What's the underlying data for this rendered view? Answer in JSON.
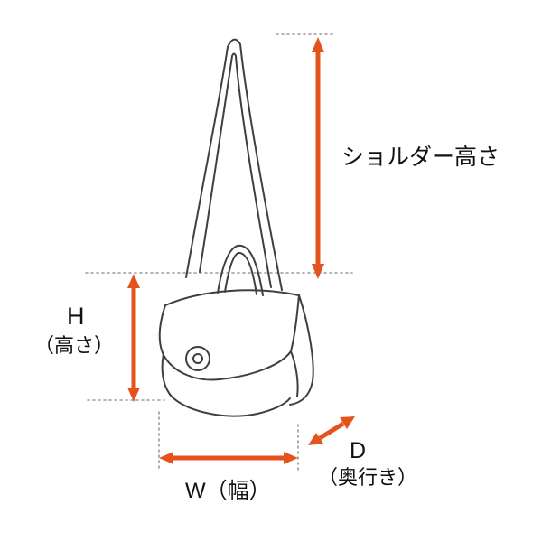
{
  "labels": {
    "shoulder_height": "ショルダー高さ",
    "height_symbol": "H",
    "height_name": "（高さ）",
    "width": "W（幅）",
    "depth_symbol": "D",
    "depth_name": "（奥行き）"
  },
  "colors": {
    "arrow": "#e5531c",
    "line": "#3f3f3f",
    "guide": "#9a9a9a",
    "text": "#111111",
    "background": "#ffffff"
  }
}
